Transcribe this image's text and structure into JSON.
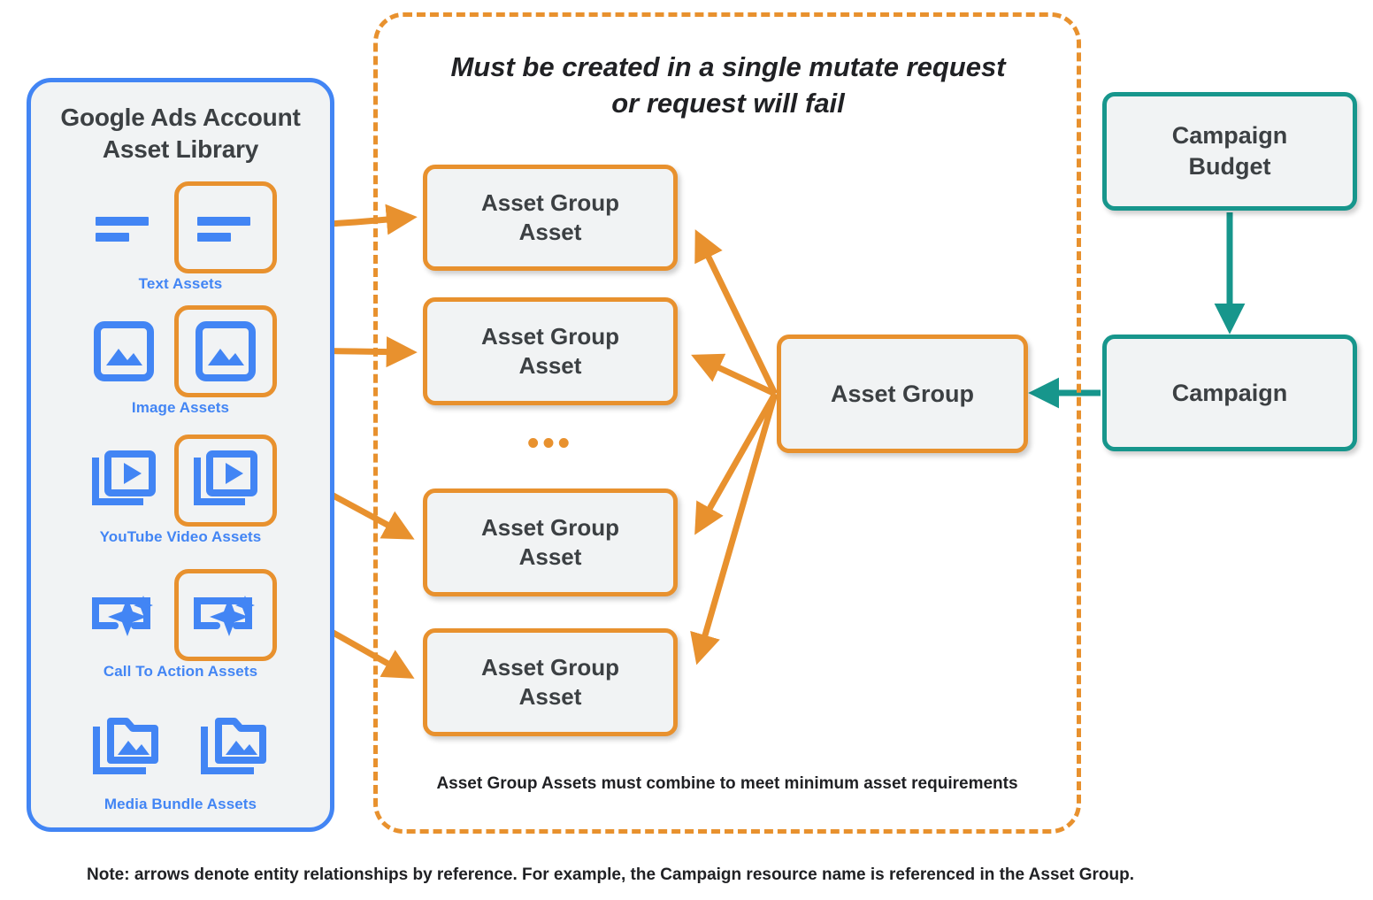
{
  "library": {
    "title_line1": "Google Ads Account",
    "title_line2": "Asset Library",
    "border_color": "#4285f4",
    "fill_color": "#f1f3f4",
    "assets": [
      {
        "caption": "Text Assets",
        "icon": "text-lines-icon",
        "highlighted": true
      },
      {
        "caption": "Image Assets",
        "icon": "image-picture-icon",
        "highlighted": true
      },
      {
        "caption": "YouTube Video  Assets",
        "icon": "video-play-stack-icon",
        "highlighted": true
      },
      {
        "caption": "Call To Action Assets",
        "icon": "call-to-action-sparkle-icon",
        "highlighted": true
      },
      {
        "caption": "Media Bundle  Assets",
        "icon": "media-bundle-folder-icon",
        "highlighted": false
      }
    ]
  },
  "mutate_container": {
    "heading_line1": "Must be created in a single mutate request",
    "heading_line2": "or request will fail",
    "footnote": "Asset Group Assets must combine to meet minimum asset requirements",
    "border_color": "#e8912e",
    "border_style": "dashed"
  },
  "nodes": {
    "asset_group_assets": [
      {
        "line1": "Asset Group",
        "line2": "Asset"
      },
      {
        "line1": "Asset Group",
        "line2": "Asset"
      },
      {
        "line1": "Asset Group",
        "line2": "Asset"
      },
      {
        "line1": "Asset Group",
        "line2": "Asset"
      }
    ],
    "ellipsis": "•••",
    "asset_group": {
      "label": "Asset Group",
      "color": "#e8912e"
    },
    "campaign_budget": {
      "line1": "Campaign",
      "line2": "Budget",
      "color": "#17968c"
    },
    "campaign": {
      "label": "Campaign",
      "color": "#17968c"
    }
  },
  "footer": {
    "note": "Note: arrows denote entity relationships by reference. For example, the Campaign resource name is referenced in the Asset Group."
  },
  "colors": {
    "orange": "#e8912e",
    "blue": "#4285f4",
    "teal": "#17968c",
    "node_fill": "#f1f3f4",
    "text_dark": "#3c4043"
  }
}
